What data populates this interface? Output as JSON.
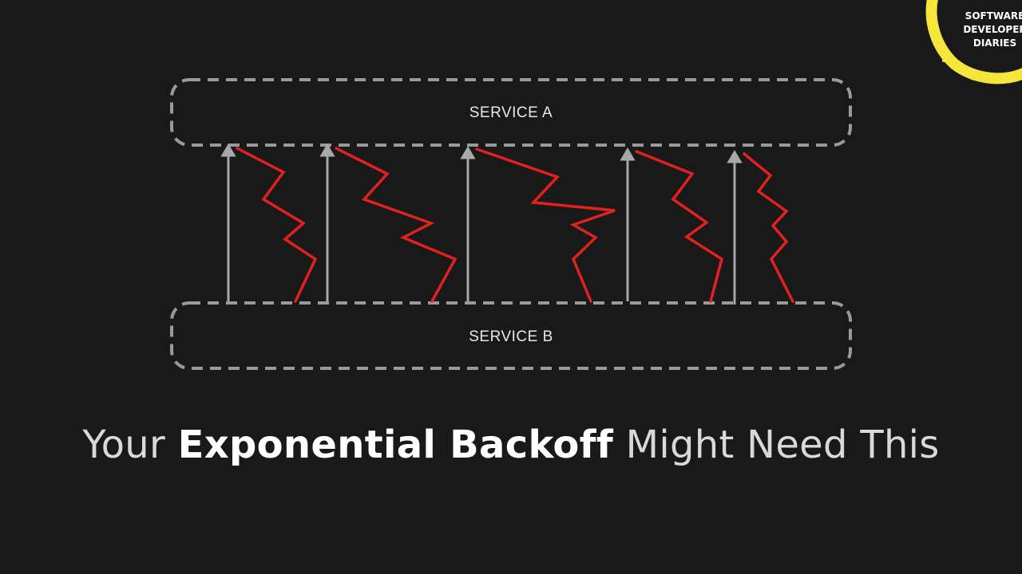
{
  "diagram": {
    "service_a_label": "SERVICE A",
    "service_b_label": "SERVICE B",
    "request_arrows": 5,
    "failed_retries": 5,
    "colors": {
      "background": "#191919",
      "service_box_border": "#9a9a9a",
      "request_arrow": "#a8a8a8",
      "failure_bolt": "#e0211f"
    }
  },
  "title": {
    "prefix": "Your ",
    "emphasis": "Exponential Backoff",
    "suffix": " Might Need This"
  },
  "logo": {
    "line1": "SOFTWARE",
    "line2": "DEVELOPER",
    "line3": "DIARIES",
    "ring_color": "#f5e63b"
  }
}
